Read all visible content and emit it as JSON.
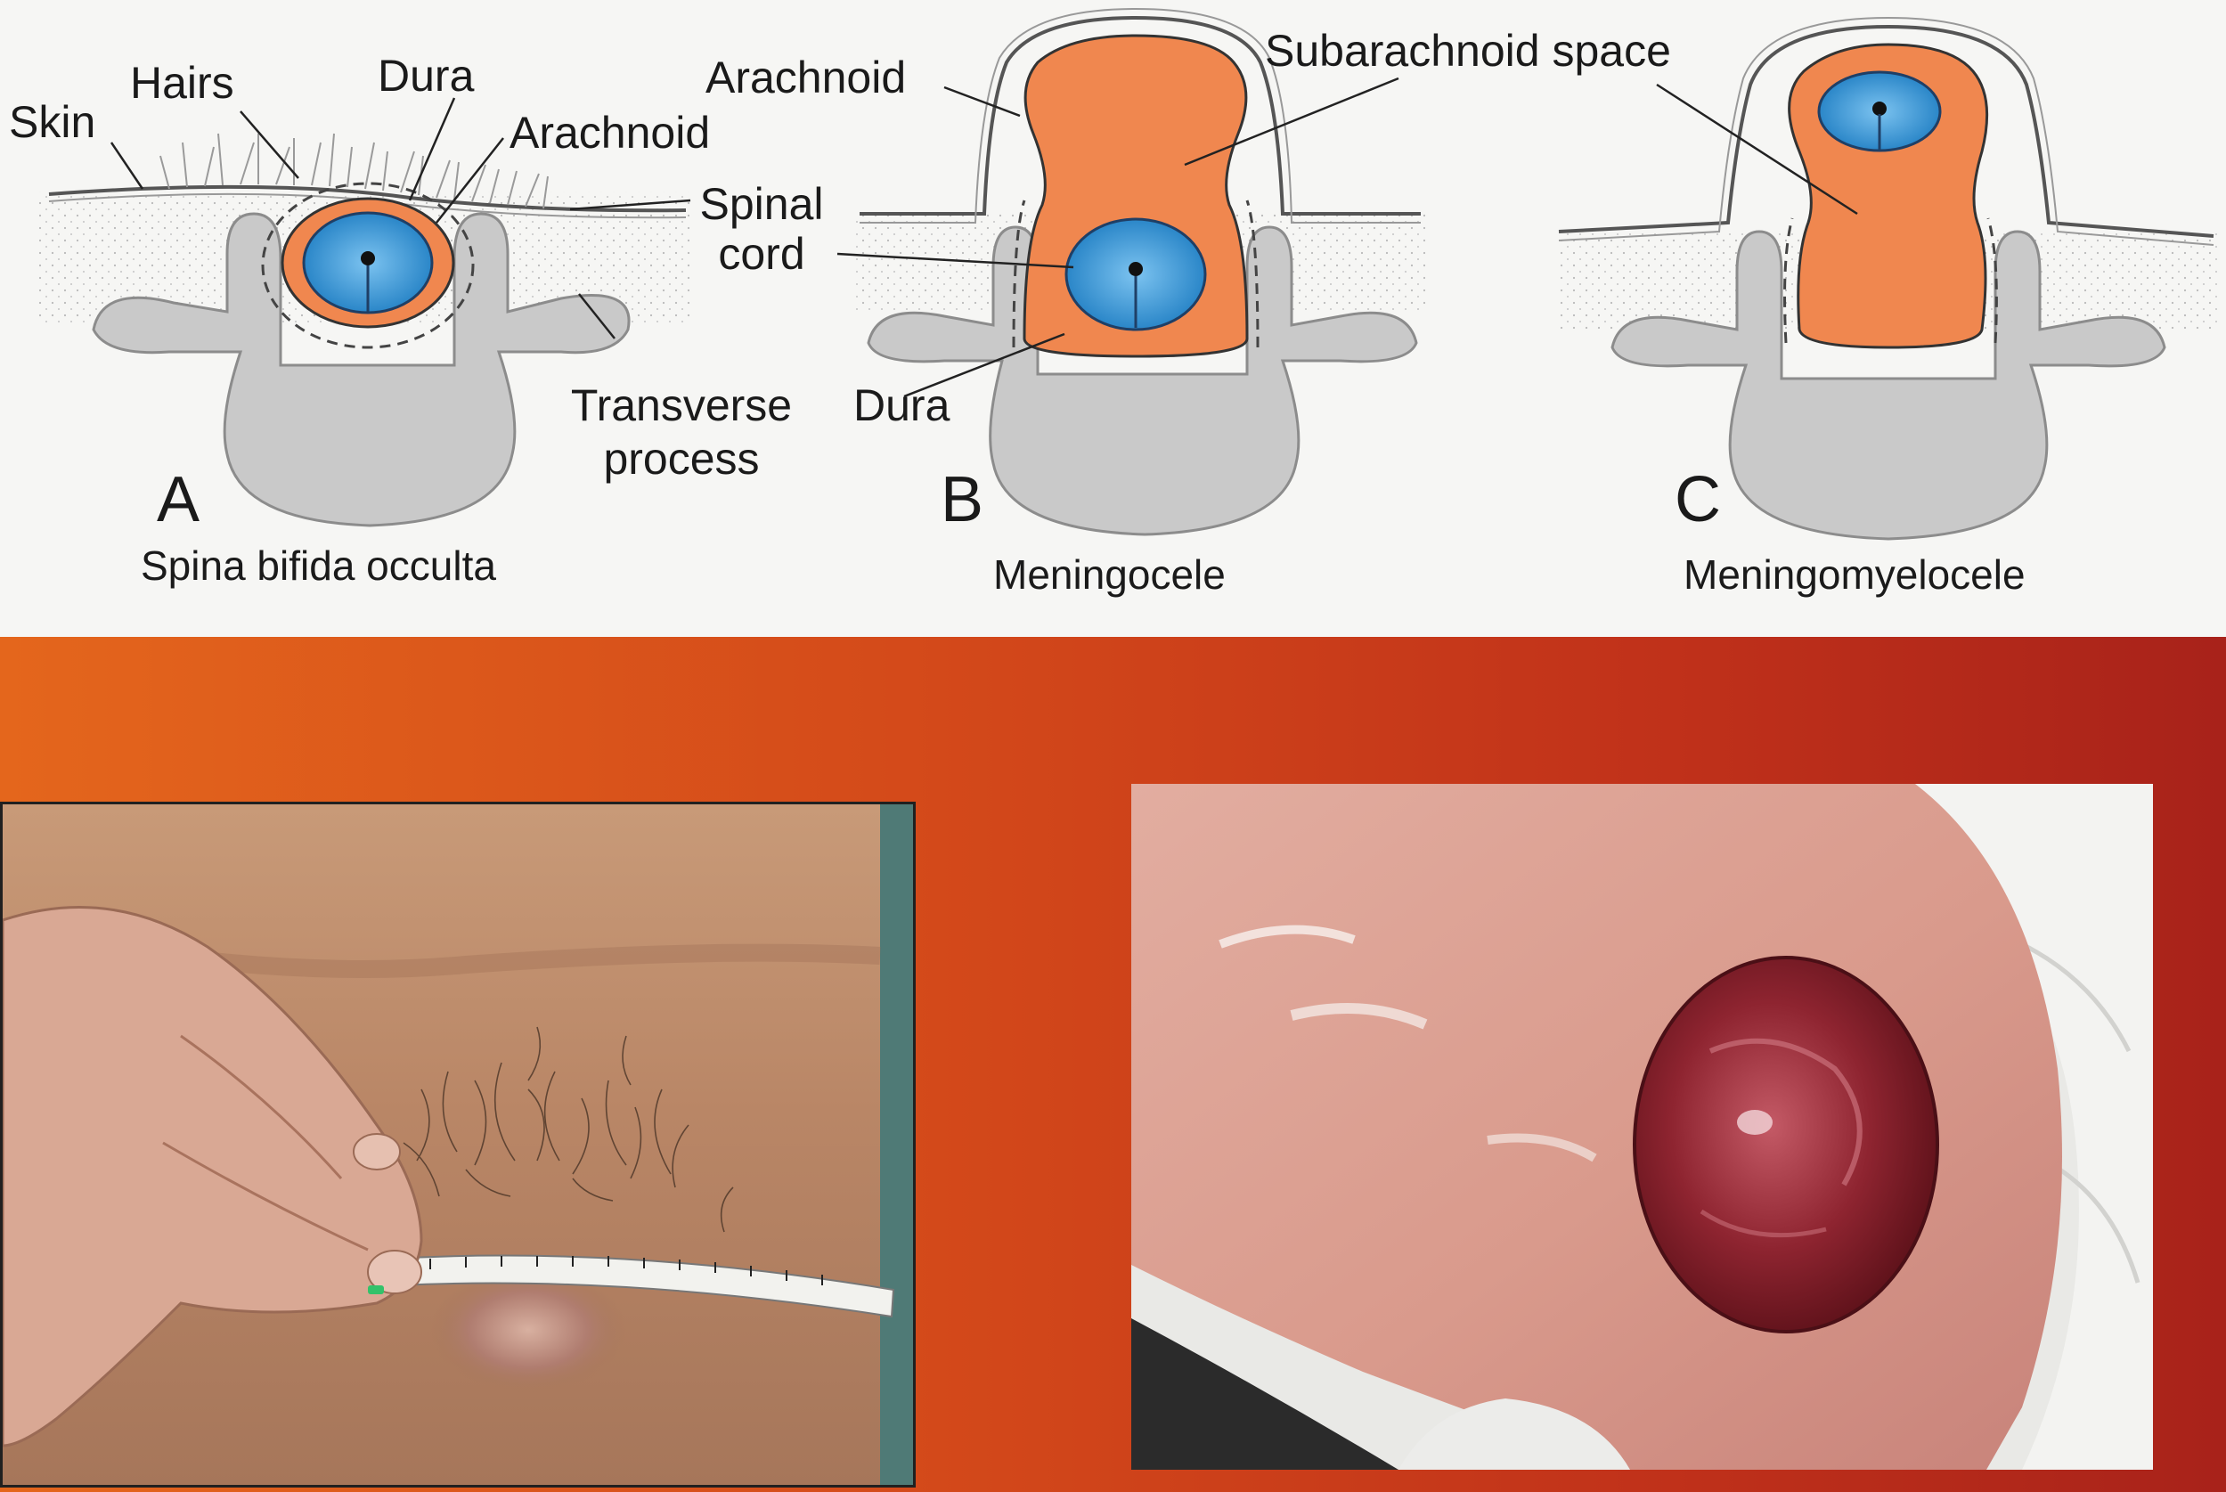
{
  "diagram": {
    "panel_a": {
      "letter": "A",
      "caption": "Spina bifida occulta",
      "labels": {
        "skin": "Skin",
        "hairs": "Hairs",
        "dura": "Dura",
        "arachnoid": "Arachnoid",
        "spinal_cord": "Spinal cord",
        "transverse_process": "Transverse process"
      }
    },
    "panel_b": {
      "letter": "B",
      "caption": "Meningocele",
      "labels": {
        "arachnoid": "Arachnoid",
        "dura": "Dura"
      }
    },
    "panel_c": {
      "letter": "C",
      "caption": "Meningomyelocele",
      "labels": {
        "subarachnoid_space": "Subarachnoid space"
      }
    },
    "labels_multiline": {
      "spinal_line1": "Spinal",
      "spinal_line2": "cord",
      "transverse_line1": "Transverse",
      "transverse_line2": "process"
    },
    "colors": {
      "csf": "#f0874f",
      "cord": "#2f8fd0",
      "bone": "#c8c8c8",
      "slide_orange": "#e4661c",
      "slide_red": "#a8221a"
    }
  },
  "photos": {
    "left": {
      "subject": "lower-back-hair-tuft-with-measuring-tape"
    },
    "right": {
      "subject": "infant-back-with-meningomyelocele-sac"
    }
  }
}
